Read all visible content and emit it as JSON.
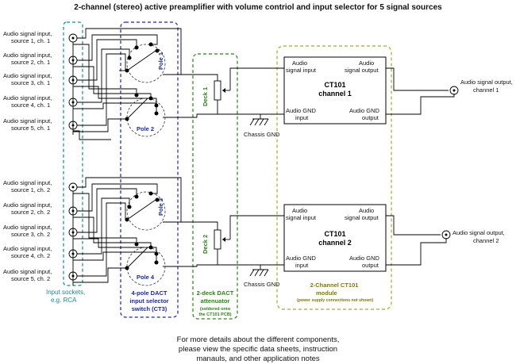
{
  "title": "2-channel (stereo) active preamplifier with volume contriol and input selector for 5 signal sources",
  "inputs": {
    "ch1": [
      "Audio signal input,",
      "source 1, ch. 1",
      "Audio signal input,",
      "source 2, ch. 1",
      "Audio signal input,",
      "source 3, ch. 1",
      "Audio signal input,",
      "source 4, ch. 1",
      "Audio signal input,",
      "source 5, ch. 1"
    ],
    "ch2": [
      "Audio signal input,",
      "source 1, ch. 2",
      "Audio signal input,",
      "source 2, ch. 2",
      "Audio signal input,",
      "source 3, ch. 2",
      "Audio signal input,",
      "source 4, ch. 2",
      "Audio signal input,",
      "source 5, ch. 2"
    ]
  },
  "poles": [
    "Pole 1",
    "Pole 2",
    "Pole 3",
    "Pole 4"
  ],
  "decks": [
    "Deck 1",
    "Deck 2"
  ],
  "module1": {
    "tl": [
      "Audio",
      "signal input"
    ],
    "tr": [
      "Audio",
      "signal output"
    ],
    "name": [
      "CT101",
      "channel 1"
    ],
    "bl": [
      "Audio GND",
      "input"
    ],
    "br": [
      "Audio GND",
      "output"
    ]
  },
  "module2": {
    "tl": [
      "Audio",
      "signal input"
    ],
    "tr": [
      "Audio",
      "signal output"
    ],
    "name": [
      "CT101",
      "channel 2"
    ],
    "bl": [
      "Audio GND",
      "input"
    ],
    "br": [
      "Audio GND",
      "output"
    ]
  },
  "chassis": [
    "Chassis GND",
    "Chassis GND"
  ],
  "outputs": [
    [
      "Audio signal output,",
      "channel 1"
    ],
    [
      "Audio signal output,",
      "channel 2"
    ]
  ],
  "captions": {
    "sockets": [
      "Input sockets,",
      "e.g. RCA"
    ],
    "switch": [
      "4-pole DACT",
      "input selector",
      "switch (CT3)"
    ],
    "attenuator": [
      "2-deck DACT",
      "attenuator"
    ],
    "attenuator_note": [
      "(soldered onto",
      "the CT101 PCB)"
    ],
    "module": [
      "2-Channel CT101",
      "module"
    ],
    "module_note": "(power supply connections not shown)"
  },
  "footer": [
    "For more details about the different components,",
    "please view the specific data sheets, instruction",
    "manauls, and other application notes"
  ],
  "colors": {
    "sockets": "#1a8a85",
    "switch": "#1d2a8c",
    "attenuator": "#2f7d1e",
    "module": "#a8a838"
  }
}
